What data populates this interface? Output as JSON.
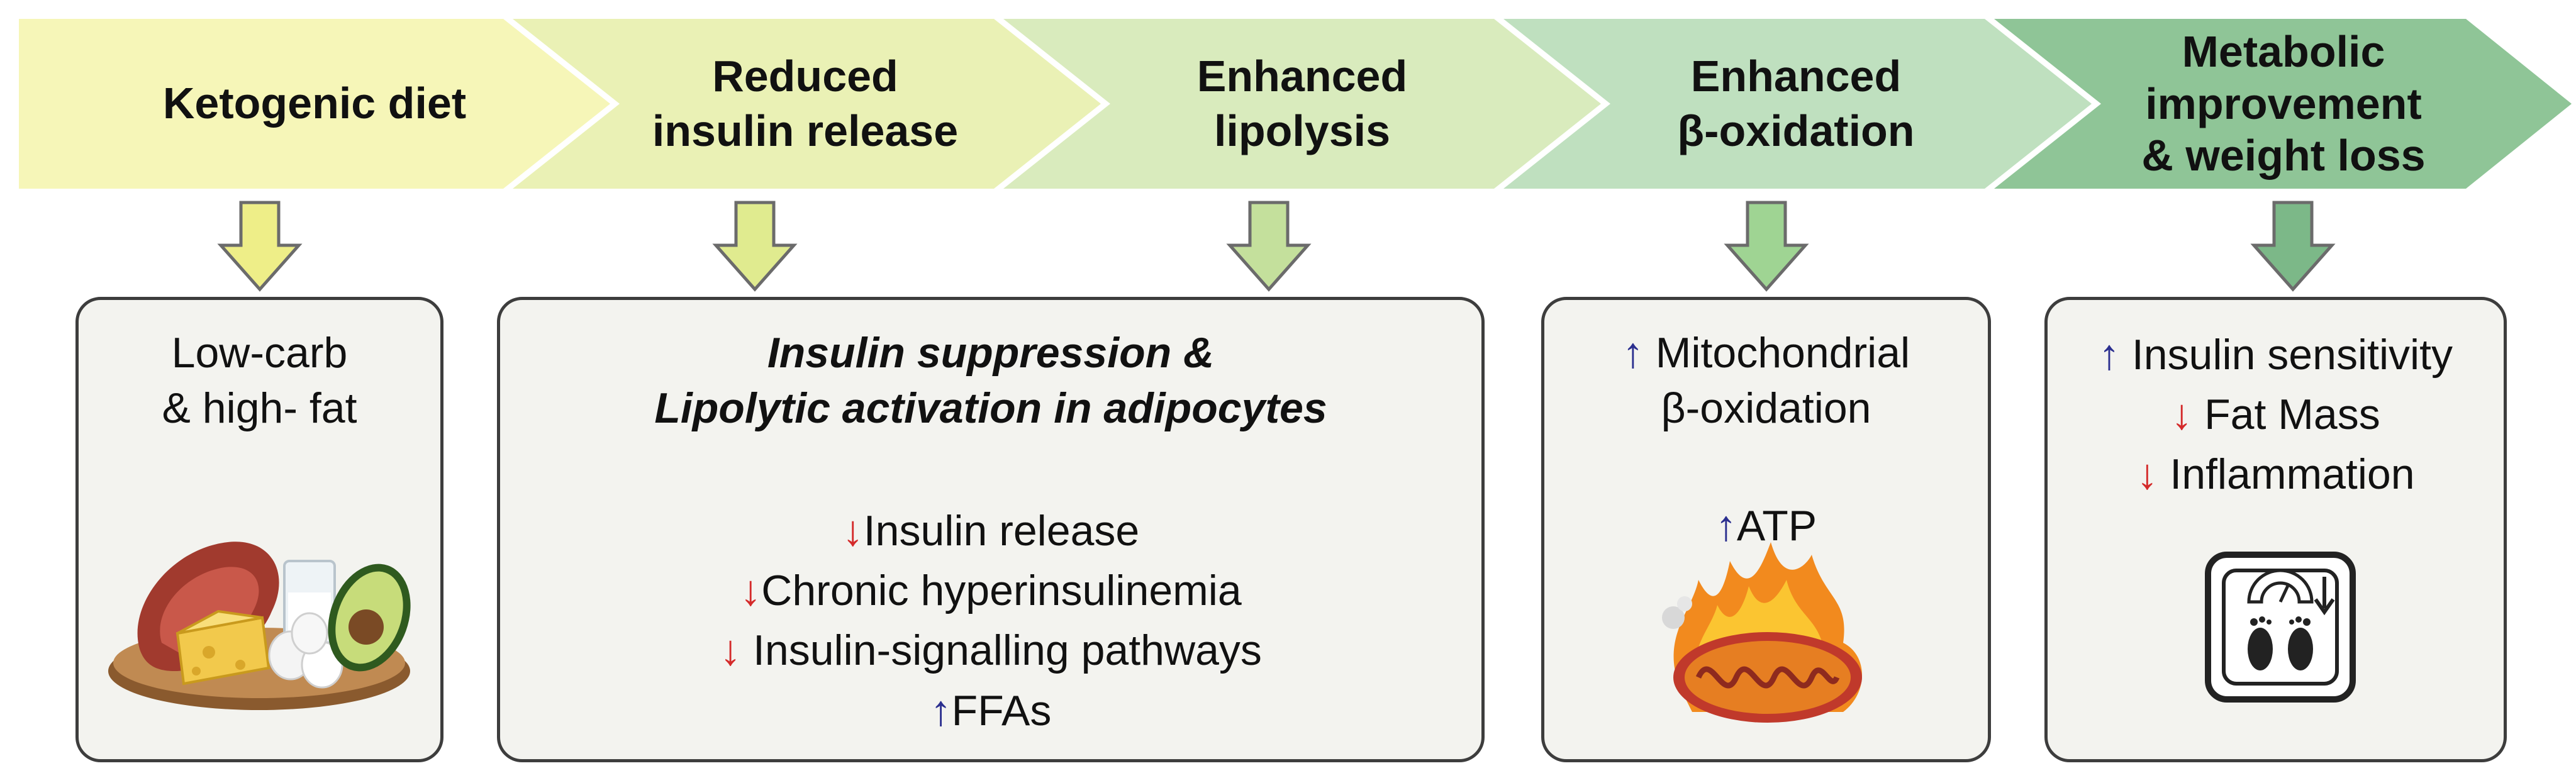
{
  "steps": [
    {
      "line1": "Ketogenic diet",
      "line2": "",
      "line3": "",
      "color": "#f6f6b8"
    },
    {
      "line1": "Reduced",
      "line2": "insulin release",
      "line3": "",
      "color": "#eaf1b5"
    },
    {
      "line1": "Enhanced",
      "line2": "lipolysis",
      "line3": "",
      "color": "#d9ebbd"
    },
    {
      "line1": "Enhanced",
      "line2": "β-oxidation",
      "line3": "",
      "color": "#bfe0bf"
    },
    {
      "line1": "Metabolic",
      "line2": "improvement",
      "line3": "& weight loss",
      "color": "#8fc597"
    }
  ],
  "arrow_colors": [
    "#eeee88",
    "#e0eb8f",
    "#c4e09c",
    "#9fd493",
    "#7cb888"
  ],
  "box_diet": {
    "line1": "Low-carb",
    "line2": "& high- fat",
    "image_label": "ketogenic-food-illustration"
  },
  "box_insulin": {
    "title1": "Insulin suppression &",
    "title2": "Lipolytic activation in adipocytes",
    "items": [
      {
        "arrow": "↓",
        "text": "Insulin release",
        "direction": "down"
      },
      {
        "arrow": "↓",
        "text": "Chronic hyperinsulinemia",
        "direction": "down"
      },
      {
        "arrow": "↓",
        "text": " Insulin-signalling pathways",
        "direction": "down"
      },
      {
        "arrow": "↑",
        "text": "FFAs",
        "direction": "up"
      }
    ]
  },
  "box_oxidation": {
    "line1_arrow": "↑",
    "line1_text": " Mitochondrial",
    "line2": "β-oxidation",
    "atp_arrow": "↑",
    "atp_text": "ATP",
    "image_label": "burning-mitochondrion-illustration"
  },
  "box_outcomes": {
    "items": [
      {
        "arrow": "↑",
        "text": " Insulin sensitivity",
        "direction": "up"
      },
      {
        "arrow": "↓",
        "text": " Fat Mass",
        "direction": "down"
      },
      {
        "arrow": "↓",
        "text": " Inflammation",
        "direction": "down"
      }
    ],
    "image_label": "weighing-scale-icon"
  }
}
